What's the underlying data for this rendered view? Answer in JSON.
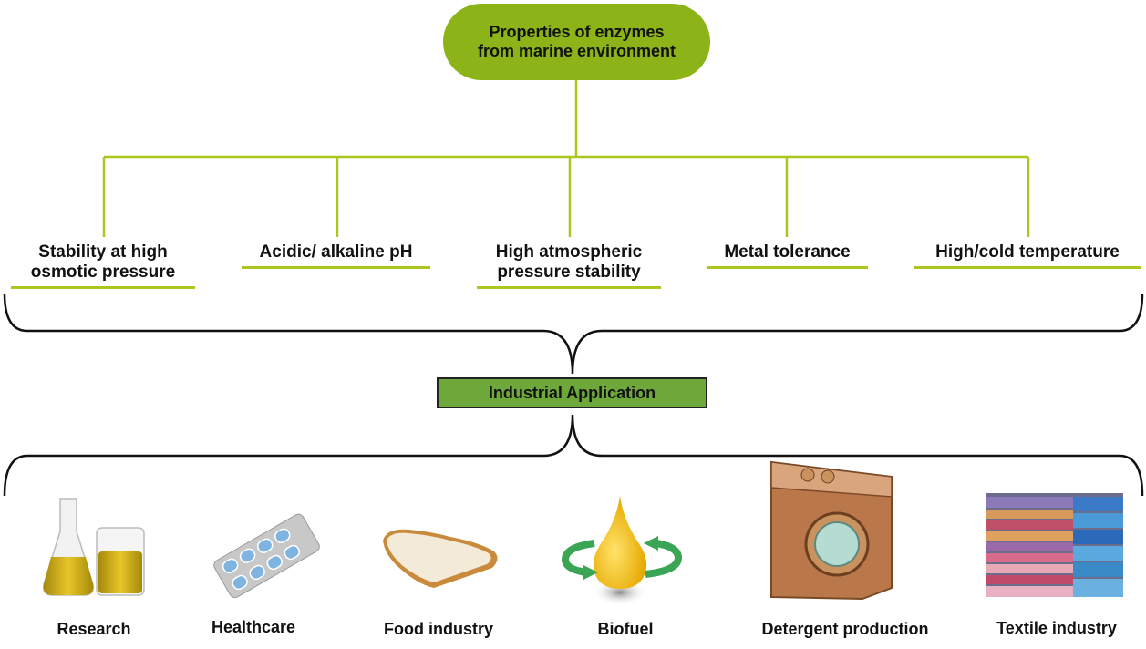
{
  "root": {
    "title": "Properties of enzymes from marine environment"
  },
  "properties": [
    {
      "label_line1": "Stability at high",
      "label_line2": "osmotic pressure"
    },
    {
      "label_line1": "Acidic/ alkaline pH",
      "label_line2": ""
    },
    {
      "label_line1": "High atmospheric",
      "label_line2": "pressure stability"
    },
    {
      "label_line1": "Metal tolerance",
      "label_line2": ""
    },
    {
      "label_line1": "High/cold temperature",
      "label_line2": ""
    }
  ],
  "industrial": {
    "title": "Industrial Application"
  },
  "applications": [
    {
      "label": "Research",
      "icon": "flask-beaker-icon"
    },
    {
      "label": "Healthcare",
      "icon": "pill-blister-icon"
    },
    {
      "label": "Food industry",
      "icon": "bread-slice-icon"
    },
    {
      "label": "Biofuel",
      "icon": "fuel-drop-cycle-icon"
    },
    {
      "label": "Detergent production",
      "icon": "washing-machine-icon"
    },
    {
      "label": "Textile industry",
      "icon": "folded-fabric-icon"
    }
  ],
  "colors": {
    "pill_green": "#8cb418",
    "line_green": "#a9c81e",
    "box_green": "#6ea83a",
    "brace": "#111111"
  }
}
